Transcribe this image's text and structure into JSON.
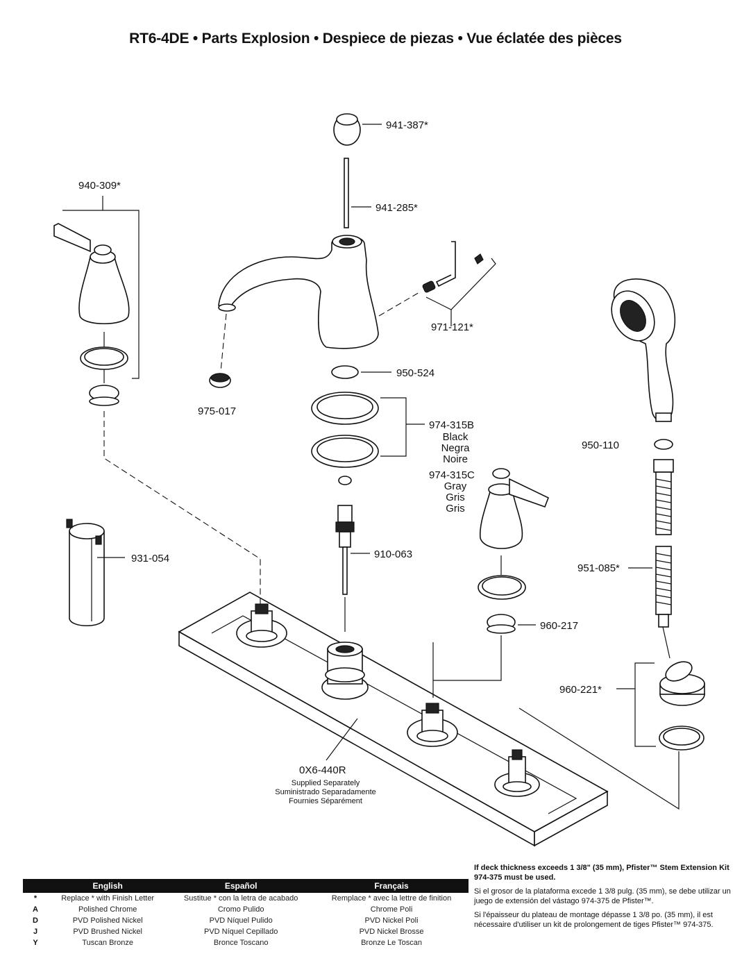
{
  "title": "RT6-4DE • Parts Explosion • Despiece de piezas • Vue éclatée des pièces",
  "parts": {
    "p941_387": "941-387*",
    "p941_285": "941-285*",
    "p940_309": "940-309*",
    "p971_121": "971-121*",
    "p950_524": "950-524",
    "p975_017": "975-017",
    "p974_315B": "974-315B",
    "p974_315B_colors": [
      "Black",
      "Negra",
      "Noire"
    ],
    "p974_315C": "974-315C",
    "p974_315C_colors": [
      "Gray",
      "Gris",
      "Gris"
    ],
    "p950_110": "950-110",
    "p931_054": "931-054",
    "p910_063": "910-063",
    "p951_085": "951-085*",
    "p960_217": "960-217",
    "p960_221": "960-221*",
    "p0X6_440R": "0X6-440R",
    "p0X6_440R_notes": [
      "Supplied Separately",
      "Suministrado Separadamente",
      "Fournies Séparément"
    ]
  },
  "finish_table": {
    "headers": [
      "English",
      "Español",
      "Français"
    ],
    "rows": [
      {
        "code": "*",
        "en": "Replace * with Finish Letter",
        "es": "Sustitue * con la letra de acabado",
        "fr": "Remplace * avec la lettre de finition"
      },
      {
        "code": "A",
        "en": "Polished Chrome",
        "es": "Cromo Pulido",
        "fr": "Chrome Poli"
      },
      {
        "code": "D",
        "en": "PVD Polished Nickel",
        "es": "PVD Níquel Pulido",
        "fr": "PVD Nickel Poli"
      },
      {
        "code": "J",
        "en": "PVD Brushed Nickel",
        "es": "PVD Níquel Cepillado",
        "fr": "PVD Nickel Brosse"
      },
      {
        "code": "Y",
        "en": "Tuscan Bronze",
        "es": "Bronce Toscano",
        "fr": "Bronze Le Toscan"
      }
    ]
  },
  "notes": {
    "en": "If deck thickness exceeds 1 3/8\" (35 mm), Pfister™ Stem Extension Kit 974-375 must be used.",
    "es": "Si el grosor de la plataforma excede 1 3/8 pulg. (35 mm), se debe utilizar un juego de extensión del vástago 974-375 de Pfister™.",
    "fr": "Si l'épaisseur du plateau de montage dépasse 1 3/8 po. (35 mm), il est nécessaire d'utiliser un kit de prolongement de tiges Pfister™ 974-375."
  }
}
